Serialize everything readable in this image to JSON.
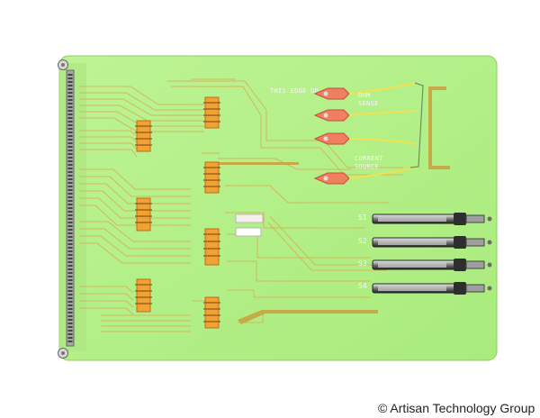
{
  "board": {
    "edge_label": "THIS EDGE UP",
    "ohm_sense": "OHM SENSE",
    "current_source": "CURRENT SOURCE",
    "switches": [
      "S1",
      "S2",
      "S3",
      "S4"
    ]
  },
  "credit": "© Artisan Technology Group",
  "colors": {
    "pcb": "#b8f28c",
    "trace": "#d3b75a",
    "relay": "#f0a233",
    "connector": "#8f8f8f"
  }
}
